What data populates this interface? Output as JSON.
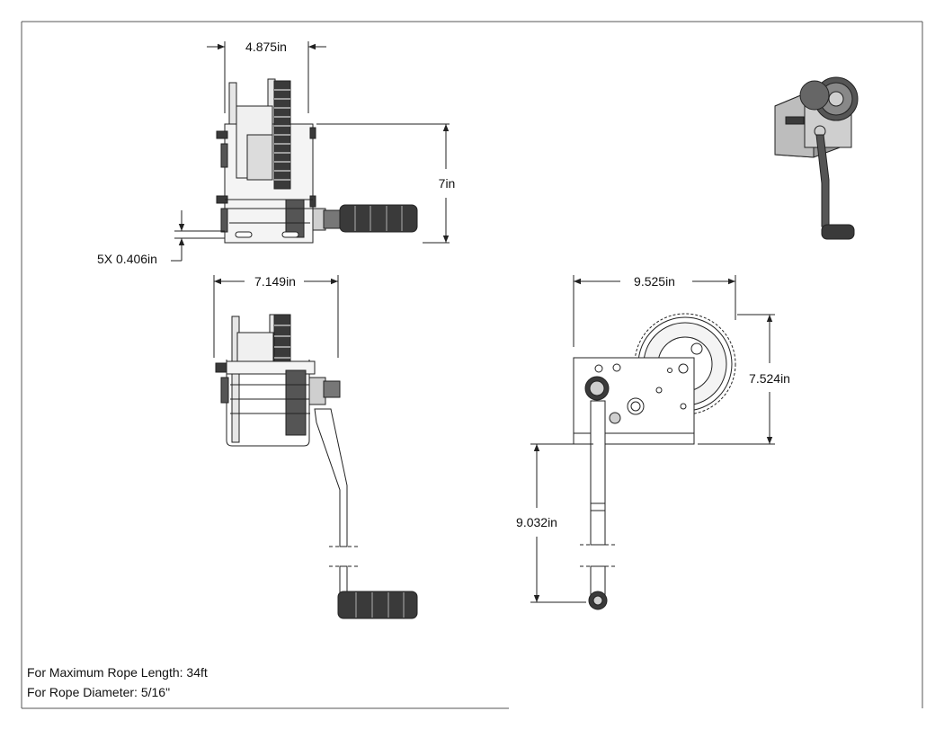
{
  "dimensions": {
    "front_width": "4.875in",
    "front_height": "7in",
    "hole_dia": "5X 0.406in",
    "side_width": "7.149in",
    "top_width": "9.525in",
    "top_height": "7.524in",
    "crank_length": "9.032in"
  },
  "notes": {
    "max_rope_length": "For Maximum Rope Length: 34ft",
    "rope_diameter": "For Rope Diameter: 5/16\""
  },
  "colors": {
    "line": "#222222",
    "fill_light": "#e6e6e6",
    "fill_mid": "#9a9a9a",
    "fill_dark": "#3a3a3a"
  }
}
